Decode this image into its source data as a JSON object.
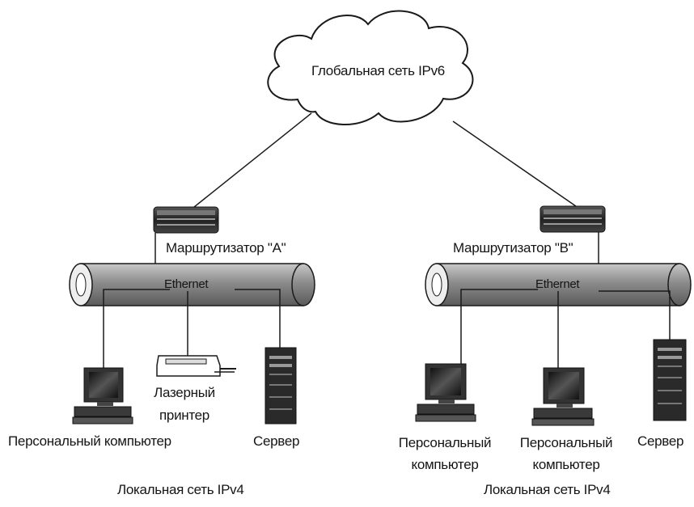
{
  "cloud": {
    "label": "Глобальная сеть IPv6"
  },
  "networks": [
    {
      "router": {
        "label": "Маршрутизатор \"А\"",
        "icon": "router-icon"
      },
      "bus": {
        "label": "Ethernet"
      },
      "devices": [
        {
          "label": "Персональный компьютер",
          "icon": "pc-icon"
        },
        {
          "label_lines": [
            "Лазерный",
            "принтер"
          ],
          "icon": "printer-icon"
        },
        {
          "label": "Сервер",
          "icon": "server-icon"
        }
      ],
      "caption": "Локальная сеть IPv4"
    },
    {
      "router": {
        "label": "Маршрутизатор \"В\"",
        "icon": "router-icon"
      },
      "bus": {
        "label": "Ethernet"
      },
      "devices": [
        {
          "label_lines": [
            "Персональный",
            "компьютер"
          ],
          "icon": "pc-icon"
        },
        {
          "label_lines": [
            "Персональный",
            "компьютер"
          ],
          "icon": "pc-icon"
        },
        {
          "label": "Сервер",
          "icon": "server-icon"
        }
      ],
      "caption": "Локальная сеть IPv4"
    }
  ],
  "colors": {
    "line": "#1a1a1a",
    "device": "#2a2a2a",
    "bus_fill": "#8a8a8a"
  }
}
